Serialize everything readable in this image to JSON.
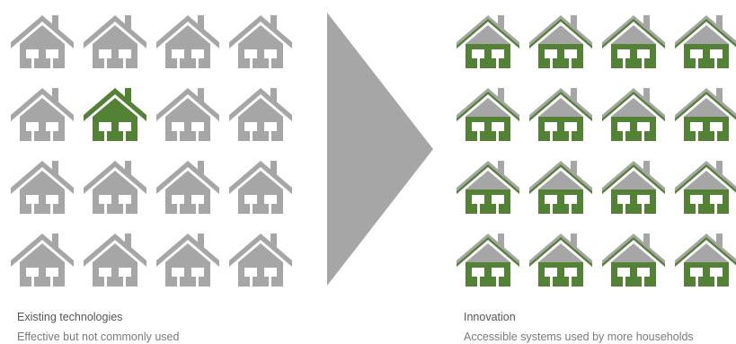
{
  "colors": {
    "gray": "#a6a6a6",
    "green": "#538135",
    "arrow": "#a6a6a6",
    "window": "#ffffff"
  },
  "left_panel": {
    "rows": 4,
    "cols": 4,
    "highlighted": [
      [
        1,
        1
      ]
    ],
    "caption_title": "Existing technologies",
    "caption_subtitle": "Effective but not commonly used"
  },
  "right_panel": {
    "rows": 4,
    "cols": 4,
    "caption_title": "Innovation",
    "caption_subtitle": "Accessible systems used by more households"
  },
  "arrow": {
    "direction": "right",
    "icon": "triangle-arrow-icon"
  },
  "icons": {
    "house": "house-icon"
  }
}
